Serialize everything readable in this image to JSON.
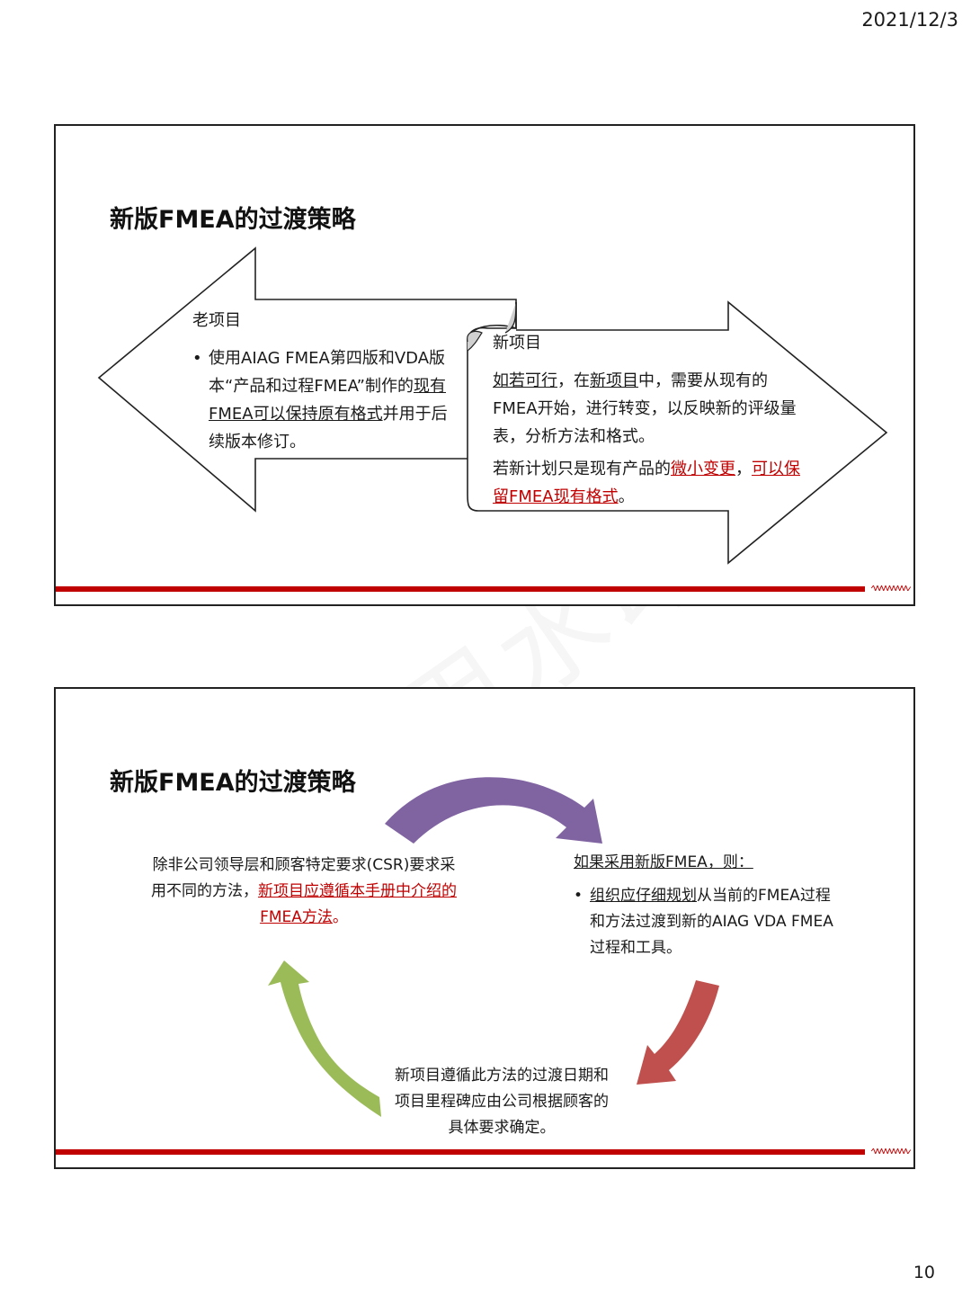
{
  "header": {
    "date": "2021/12/3"
  },
  "footer": {
    "page_number": "10"
  },
  "watermark": "试用水印",
  "colors": {
    "accent_red": "#c00000",
    "purple": "#8064a2",
    "red_arrow": "#c0504d",
    "green": "#9bbb59"
  },
  "slide1": {
    "title": "新版FMEA的过渡策略",
    "old_project": {
      "heading": "老项目",
      "bullet_plain": "使用AIAG FMEA第四版和VDA版本“产品和过程FMEA”制作的",
      "bullet_underlined": "现有FMEA可以保持原有格式",
      "bullet_tail": "并用于后续版本修订。"
    },
    "new_project": {
      "heading": "新项目",
      "p1_u1": "如若可行",
      "p1_t1": "，在",
      "p1_u2": "新项目",
      "p1_t2": "中，需要从现有的FMEA开始，进行转变，以反映新的评级量表，分析方法和格式。",
      "p2_t1": "若新计划只是现有产品的",
      "p2_u1": "微小变更",
      "p2_t2": "，",
      "p2_u2": "可以保留FMEA现有格式",
      "p2_t3": "。"
    }
  },
  "slide2": {
    "title": "新版FMEA的过渡策略",
    "left_text": {
      "plain": "除非公司领导层和顾客特定要求(CSR)要求采用不同的方法，",
      "red_underlined": "新项目应遵循本手册中介绍的FMEA方法",
      "tail": "。"
    },
    "right_text": {
      "heading": "如果采用新版FMEA，则：",
      "bullet_underlined": "组织应仔细规划",
      "bullet_tail": "从当前的FMEA过程和方法过渡到新的AIAG VDA FMEA过程和工具。"
    },
    "bottom_text": "新项目遵循此方法的过渡日期和项目里程碑应由公司根据顾客的具体要求确定。"
  }
}
